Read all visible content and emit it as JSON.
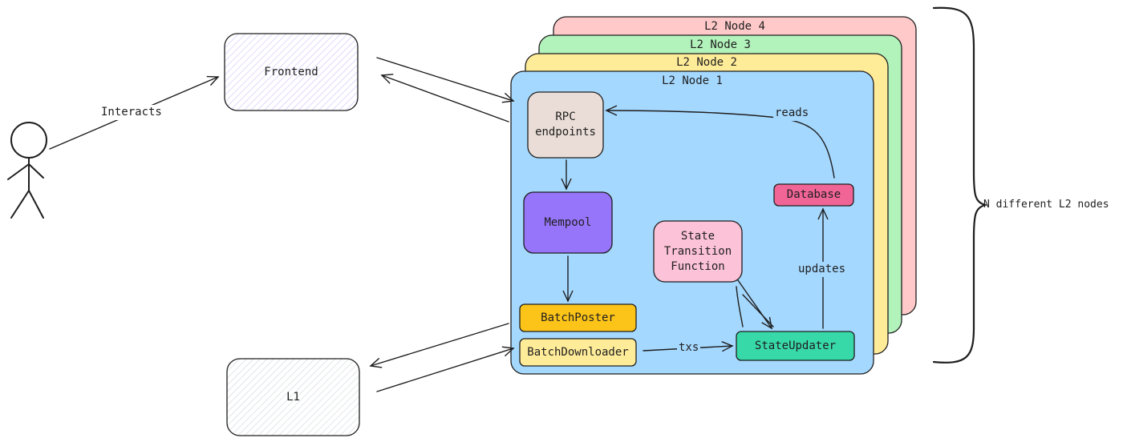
{
  "nodes": {
    "node4": "L2 Node 4",
    "node3": "L2 Node 3",
    "node2": "L2 Node 2",
    "node1": "L2 Node 1"
  },
  "boxes": {
    "frontend": "Frontend",
    "l1": "L1",
    "rpc": "RPC\nendpoints",
    "mempool": "Mempool",
    "stf": "State\nTransition\nFunction",
    "database": "Database",
    "batch_poster": "BatchPoster",
    "batch_downloader": "BatchDownloader",
    "state_updater": "StateUpdater"
  },
  "labels": {
    "interacts": "Interacts",
    "reads": "reads",
    "updates": "updates",
    "txs": "txs",
    "brace": "N different L2 nodes"
  },
  "colors": {
    "node4": "#ffc9c9",
    "node3": "#b2f2bb",
    "node2": "#ffec99",
    "node1": "#a5d8ff",
    "frontend_hatch": "#d0bfff",
    "l1_hatch": "#ced4da",
    "rpc": "#eaddd7",
    "mempool": "#9775fa",
    "stf": "#fcc2d7",
    "database": "#f06595",
    "batch_poster": "#fcc419",
    "batch_downloader": "#ffec99",
    "state_updater": "#38d9a9"
  }
}
